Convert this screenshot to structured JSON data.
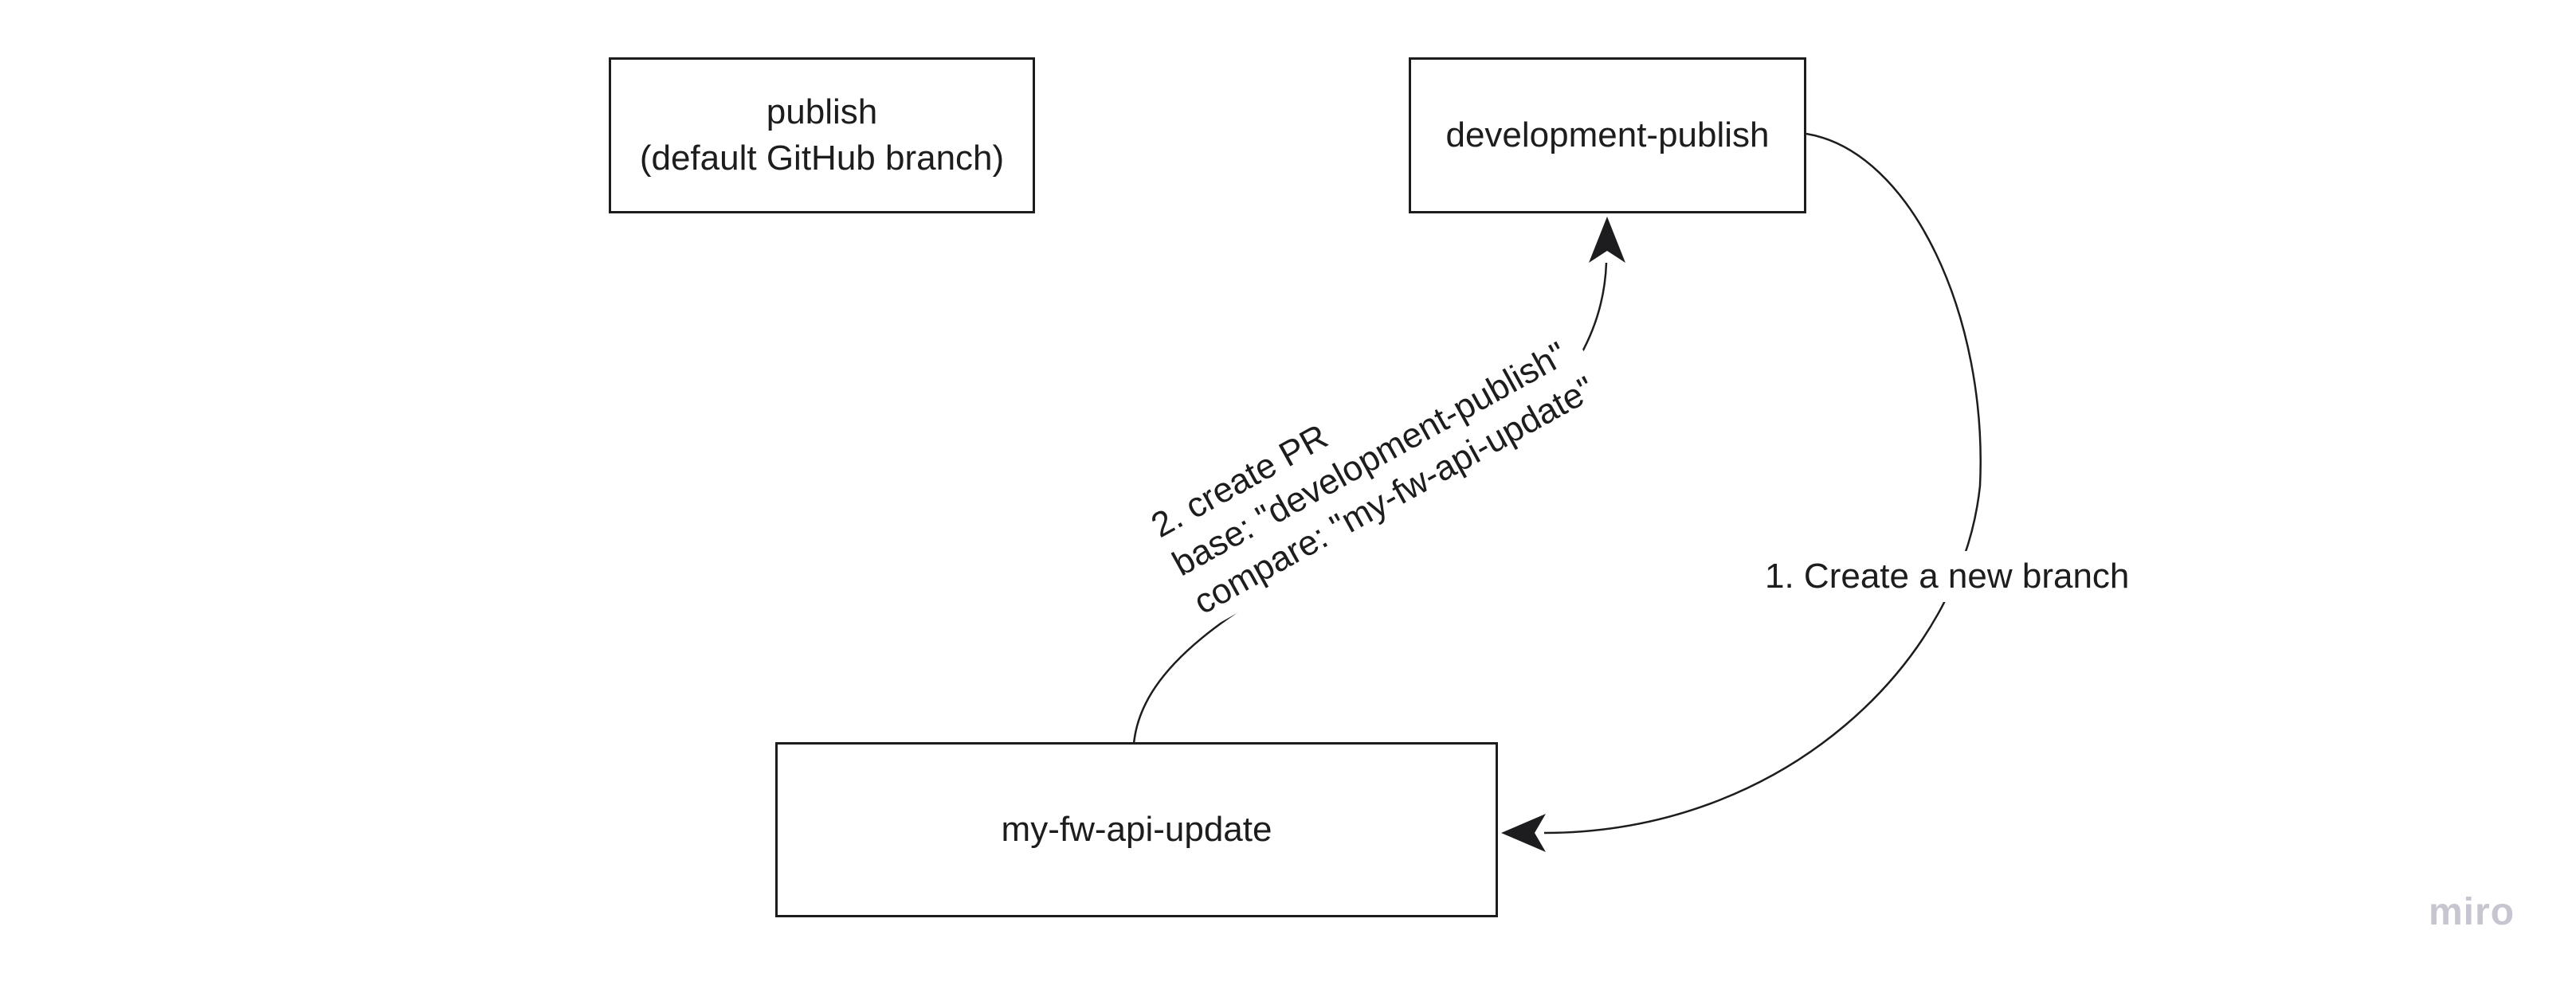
{
  "colors": {
    "stroke": "#1d1d1f",
    "canvas": "#ffffff",
    "watermark": "#c6c5d0"
  },
  "nodes": {
    "publish": {
      "line1": "publish",
      "line2": "(default GitHub branch)"
    },
    "development_publish": {
      "label": "development-publish"
    },
    "my_fw_api_update": {
      "label": "my-fw-api-update"
    }
  },
  "connectors": {
    "create_branch": {
      "label": "1. Create a new branch"
    },
    "create_pr": {
      "line1": "2. create PR",
      "line2": "base: \"development-publish\"",
      "line3": "compare: \"my-fw-api-update\""
    }
  },
  "watermark": {
    "label": "miro"
  }
}
